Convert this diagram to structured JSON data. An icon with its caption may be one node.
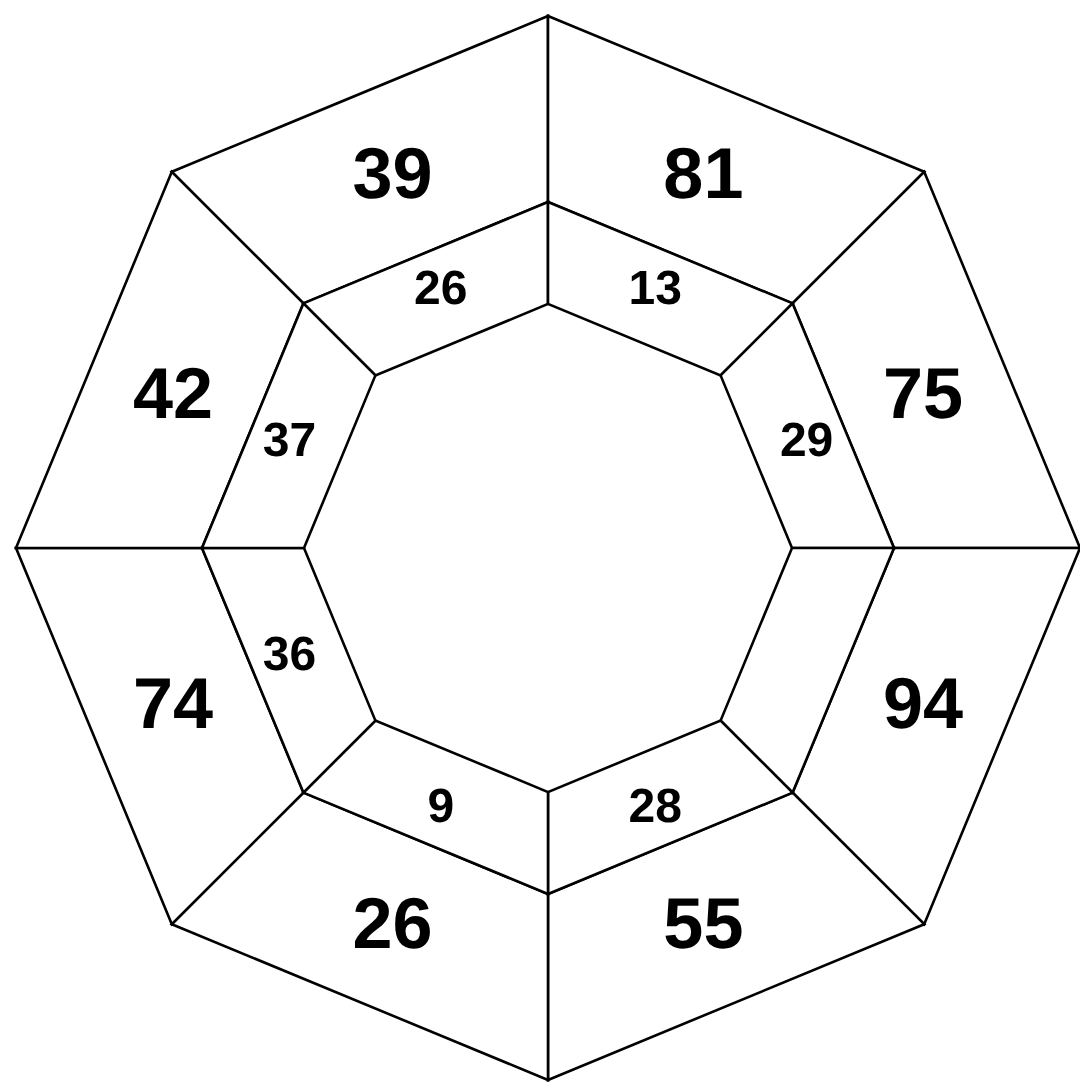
{
  "diagram": {
    "nodes": [
      {
        "text": [
          "39"
        ]
      },
      {
        "text": [
          "81"
        ]
      },
      {
        "text": [
          "75"
        ]
      },
      {
        "text": [
          "94"
        ]
      },
      {
        "text": [
          "55"
        ]
      },
      {
        "text": [
          "26"
        ]
      },
      {
        "text": [
          "74"
        ]
      },
      {
        "text": [
          "42"
        ]
      },
      {
        "text": [
          "26"
        ]
      },
      {
        "text": [
          "13"
        ]
      },
      {
        "text": [
          "29"
        ]
      },
      {
        "text": [],
        "shape": "trapezoid"
      },
      {
        "text": [
          "28"
        ]
      },
      {
        "text": [
          "9"
        ]
      },
      {
        "text": [
          "36"
        ]
      },
      {
        "text": [
          "37"
        ]
      }
    ]
  }
}
